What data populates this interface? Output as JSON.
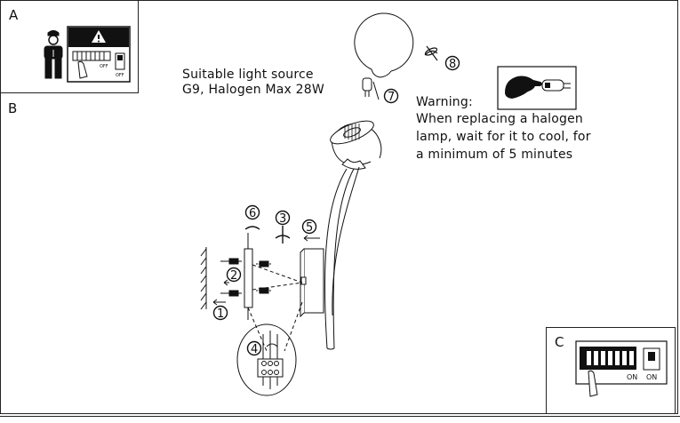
{
  "panels": {
    "a_label": "A",
    "b_label": "B",
    "c_label": "C"
  },
  "light_source": {
    "line1": "Suitable light source",
    "line2": "G9, Halogen Max 28W"
  },
  "warning": {
    "title": "Warning:",
    "line1": "When replacing a halogen",
    "line2": "lamp, wait for it to cool, for",
    "line3": "a minimum of 5 minutes"
  },
  "steps": [
    "1",
    "2",
    "3",
    "4",
    "5",
    "6",
    "7",
    "8"
  ],
  "switch_labels": {
    "off_small": "OFF",
    "on_terminal": "ON",
    "on_switch": "ON"
  }
}
